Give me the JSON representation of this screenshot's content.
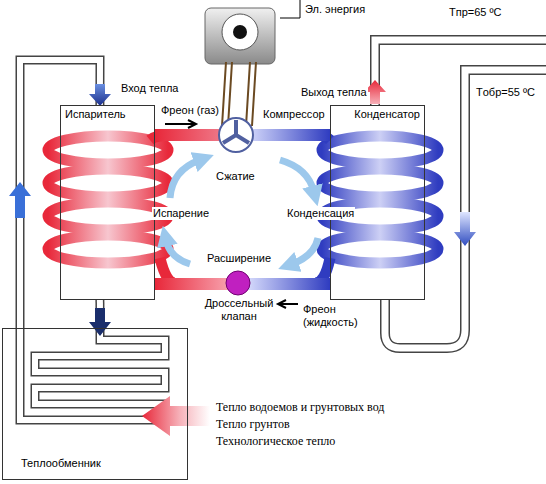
{
  "diagram": {
    "nodes": [
      {
        "text": [
          "Испаритель"
        ]
      },
      {
        "text": [
          "Конденсатор"
        ]
      },
      {
        "text": [
          "Теплообменник"
        ]
      }
    ],
    "edges": [
      {
        "from": 0,
        "to": 1,
        "arrow": "none"
      },
      {
        "from": 1,
        "to": 0,
        "arrow": "none"
      },
      {
        "from": 2,
        "to": 0,
        "arrow": "none"
      },
      {
        "from": 0,
        "to": 2,
        "arrow": "none"
      }
    ],
    "labels": [
      "Эл. энергия",
      "Вход тепла",
      "Фреон (газ)",
      "Компрессор",
      "Выход тепла",
      "Tпр=65 ºC",
      "Tобр=55 ºC",
      "Сжатие",
      "Конденсация",
      "Испарение",
      "Расширение",
      "Дроссельный клапан",
      "Фреон (жидкость)",
      "Тепло водоемов и грунтовых вод",
      "Тепло грунтов",
      "Технологическое тепло"
    ]
  }
}
